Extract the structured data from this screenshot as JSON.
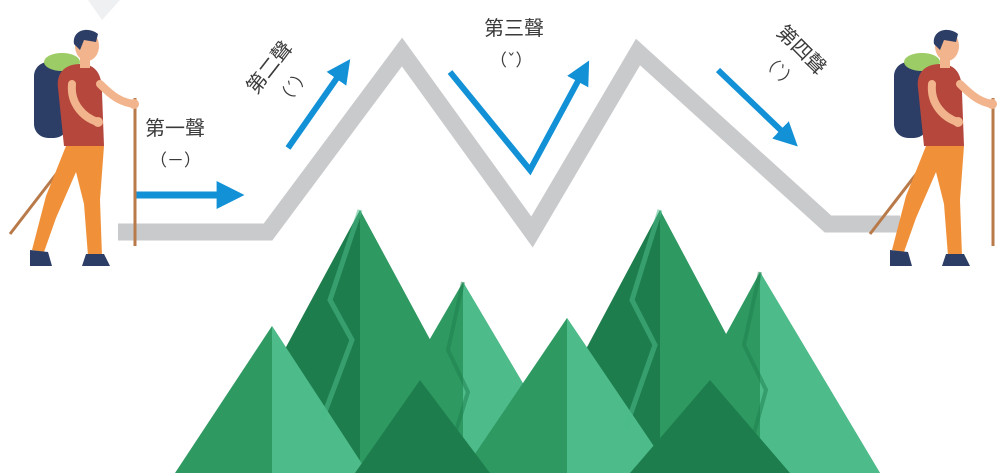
{
  "diagram": {
    "tones": [
      {
        "label": "第一聲",
        "mark": "（－）"
      },
      {
        "label": "第二聲",
        "mark": "（ˊ）"
      },
      {
        "label": "第三聲",
        "mark": "（ˇ）"
      },
      {
        "label": "第四聲",
        "mark": "（ˋ）"
      }
    ],
    "colors": {
      "path": "#c9cacc",
      "arrow": "#1291d6",
      "mountain_dark": "#1e7d4c",
      "mountain_mid": "#2e9a62",
      "mountain_light": "#4dbb8a",
      "skin": "#f2b48c",
      "shirt": "#b5473d",
      "pants": "#f0913a",
      "backpack": "#2c3e66",
      "bedroll": "#9ccc65",
      "hair": "#2c3e66",
      "pole": "#b97a4a"
    },
    "icons": [
      "hiker-left-icon",
      "hiker-right-icon",
      "mountain-range-icon",
      "arrow-icon"
    ]
  }
}
